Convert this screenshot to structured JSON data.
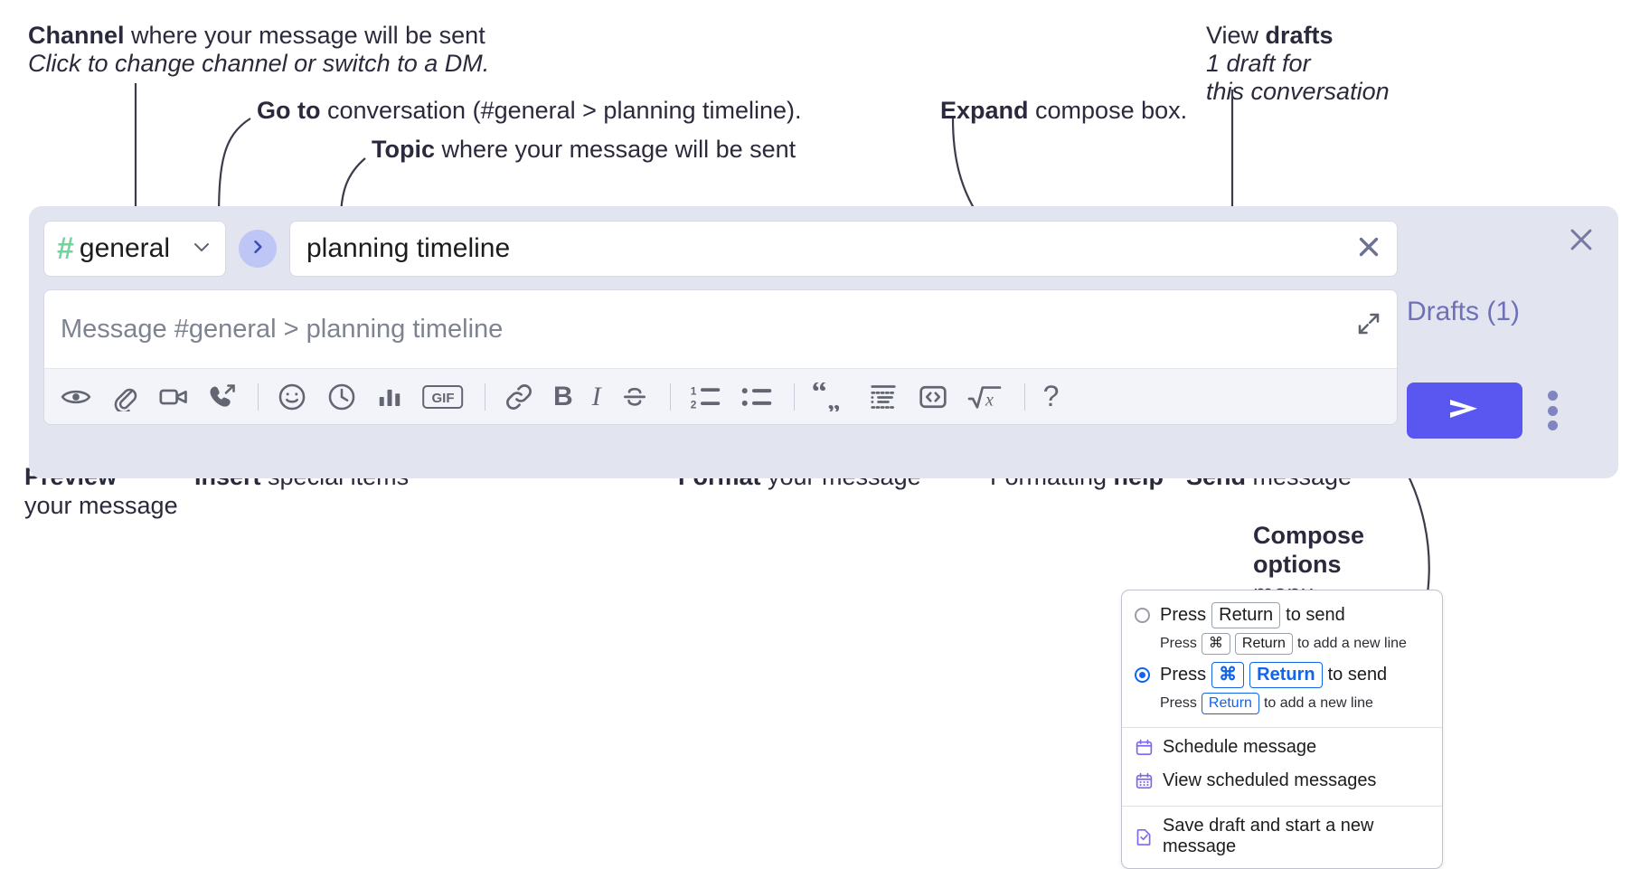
{
  "annotations": {
    "channel": {
      "bold": "Channel",
      "rest": " where your message will be sent",
      "sub": "Click to change channel or switch to a DM."
    },
    "goto": {
      "bold": "Go to",
      "rest": " conversation (#general > planning timeline)."
    },
    "topic": {
      "bold": "Topic",
      "rest": " where your message will be sent"
    },
    "expand": {
      "bold": "Expand",
      "rest": " compose box."
    },
    "drafts": {
      "prefix": "View ",
      "bold": "drafts",
      "line2": "1 draft for",
      "line3": "this conversation"
    },
    "preview": {
      "bold": "Preview",
      "line2": "your message"
    },
    "insert": {
      "bold": "Insert",
      "rest": " special items"
    },
    "format": {
      "bold": "Format",
      "rest": " your message"
    },
    "help": {
      "prefix": "Formatting ",
      "bold": "help"
    },
    "send": {
      "bold": "Send",
      "rest": " message"
    },
    "compose_options": {
      "line1": "Compose",
      "line2": "options",
      "line3": "menu"
    }
  },
  "compose": {
    "channel": {
      "hash": "#",
      "name": "general",
      "chevron": "chevron-down-icon"
    },
    "goto_icon": "chevron-right-icon",
    "topic": {
      "value": "planning timeline",
      "clear_icon": "close-icon"
    },
    "message": {
      "placeholder": "Message #general > planning timeline",
      "expand_icon": "expand-icon"
    },
    "panel_close_icon": "close-icon",
    "drafts_label": "Drafts (1)",
    "send_icon": "send-icon",
    "options_icon": "kebab-menu-icon",
    "toolbar": [
      {
        "name": "preview-button",
        "icon": "eye-icon"
      },
      {
        "name": "attach-button",
        "icon": "paperclip-icon"
      },
      {
        "name": "video-clip-button",
        "icon": "video-camera-icon"
      },
      {
        "name": "audio-clip-button",
        "icon": "phone-arrow-icon"
      },
      {
        "name": "separator-1",
        "icon": "separator"
      },
      {
        "name": "emoji-button",
        "icon": "smiley-icon"
      },
      {
        "name": "reminder-button",
        "icon": "clock-icon"
      },
      {
        "name": "poll-button",
        "icon": "bar-chart-icon"
      },
      {
        "name": "gif-button",
        "icon": "gif-icon",
        "label": "GIF"
      },
      {
        "name": "separator-2",
        "icon": "separator"
      },
      {
        "name": "link-button",
        "icon": "link-icon"
      },
      {
        "name": "bold-button",
        "icon": "bold-icon",
        "label": "B"
      },
      {
        "name": "italic-button",
        "icon": "italic-icon",
        "label": "I"
      },
      {
        "name": "strikethrough-button",
        "icon": "strikethrough-icon",
        "label": "S"
      },
      {
        "name": "separator-3",
        "icon": "separator"
      },
      {
        "name": "ordered-list-button",
        "icon": "ordered-list-icon"
      },
      {
        "name": "bulleted-list-button",
        "icon": "bulleted-list-icon"
      },
      {
        "name": "separator-4",
        "icon": "separator"
      },
      {
        "name": "blockquote-button",
        "icon": "quote-icon"
      },
      {
        "name": "code-block-button",
        "icon": "code-block-icon"
      },
      {
        "name": "inline-code-button",
        "icon": "code-brackets-icon"
      },
      {
        "name": "latex-button",
        "icon": "square-root-x-icon"
      },
      {
        "name": "separator-5",
        "icon": "separator"
      },
      {
        "name": "formatting-help-button",
        "icon": "question-mark-icon",
        "label": "?"
      }
    ]
  },
  "options_menu": {
    "option_return": {
      "selected": false,
      "main_prefix": "Press",
      "main_key": "Return",
      "main_suffix": "to send",
      "sub_prefix": "Press",
      "sub_key1": "⌘",
      "sub_key2": "Return",
      "sub_suffix": "to add a new line"
    },
    "option_cmd_return": {
      "selected": true,
      "main_prefix": "Press",
      "main_key1": "⌘",
      "main_key2": "Return",
      "main_suffix": "to send",
      "sub_prefix": "Press",
      "sub_key": "Return",
      "sub_suffix": "to add a new line"
    },
    "items": [
      {
        "label": "Schedule message",
        "icon": "calendar-icon"
      },
      {
        "label": "View scheduled messages",
        "icon": "calendar-grid-icon"
      },
      {
        "label": "Save draft and start a new message",
        "icon": "save-draft-icon"
      }
    ]
  },
  "colors": {
    "panel_bg": "#e2e4f0",
    "send_button": "#5a57f0",
    "accent_blue": "#1264e8",
    "hash_green": "#6ed69a",
    "drafts_text": "#6f71b8"
  }
}
